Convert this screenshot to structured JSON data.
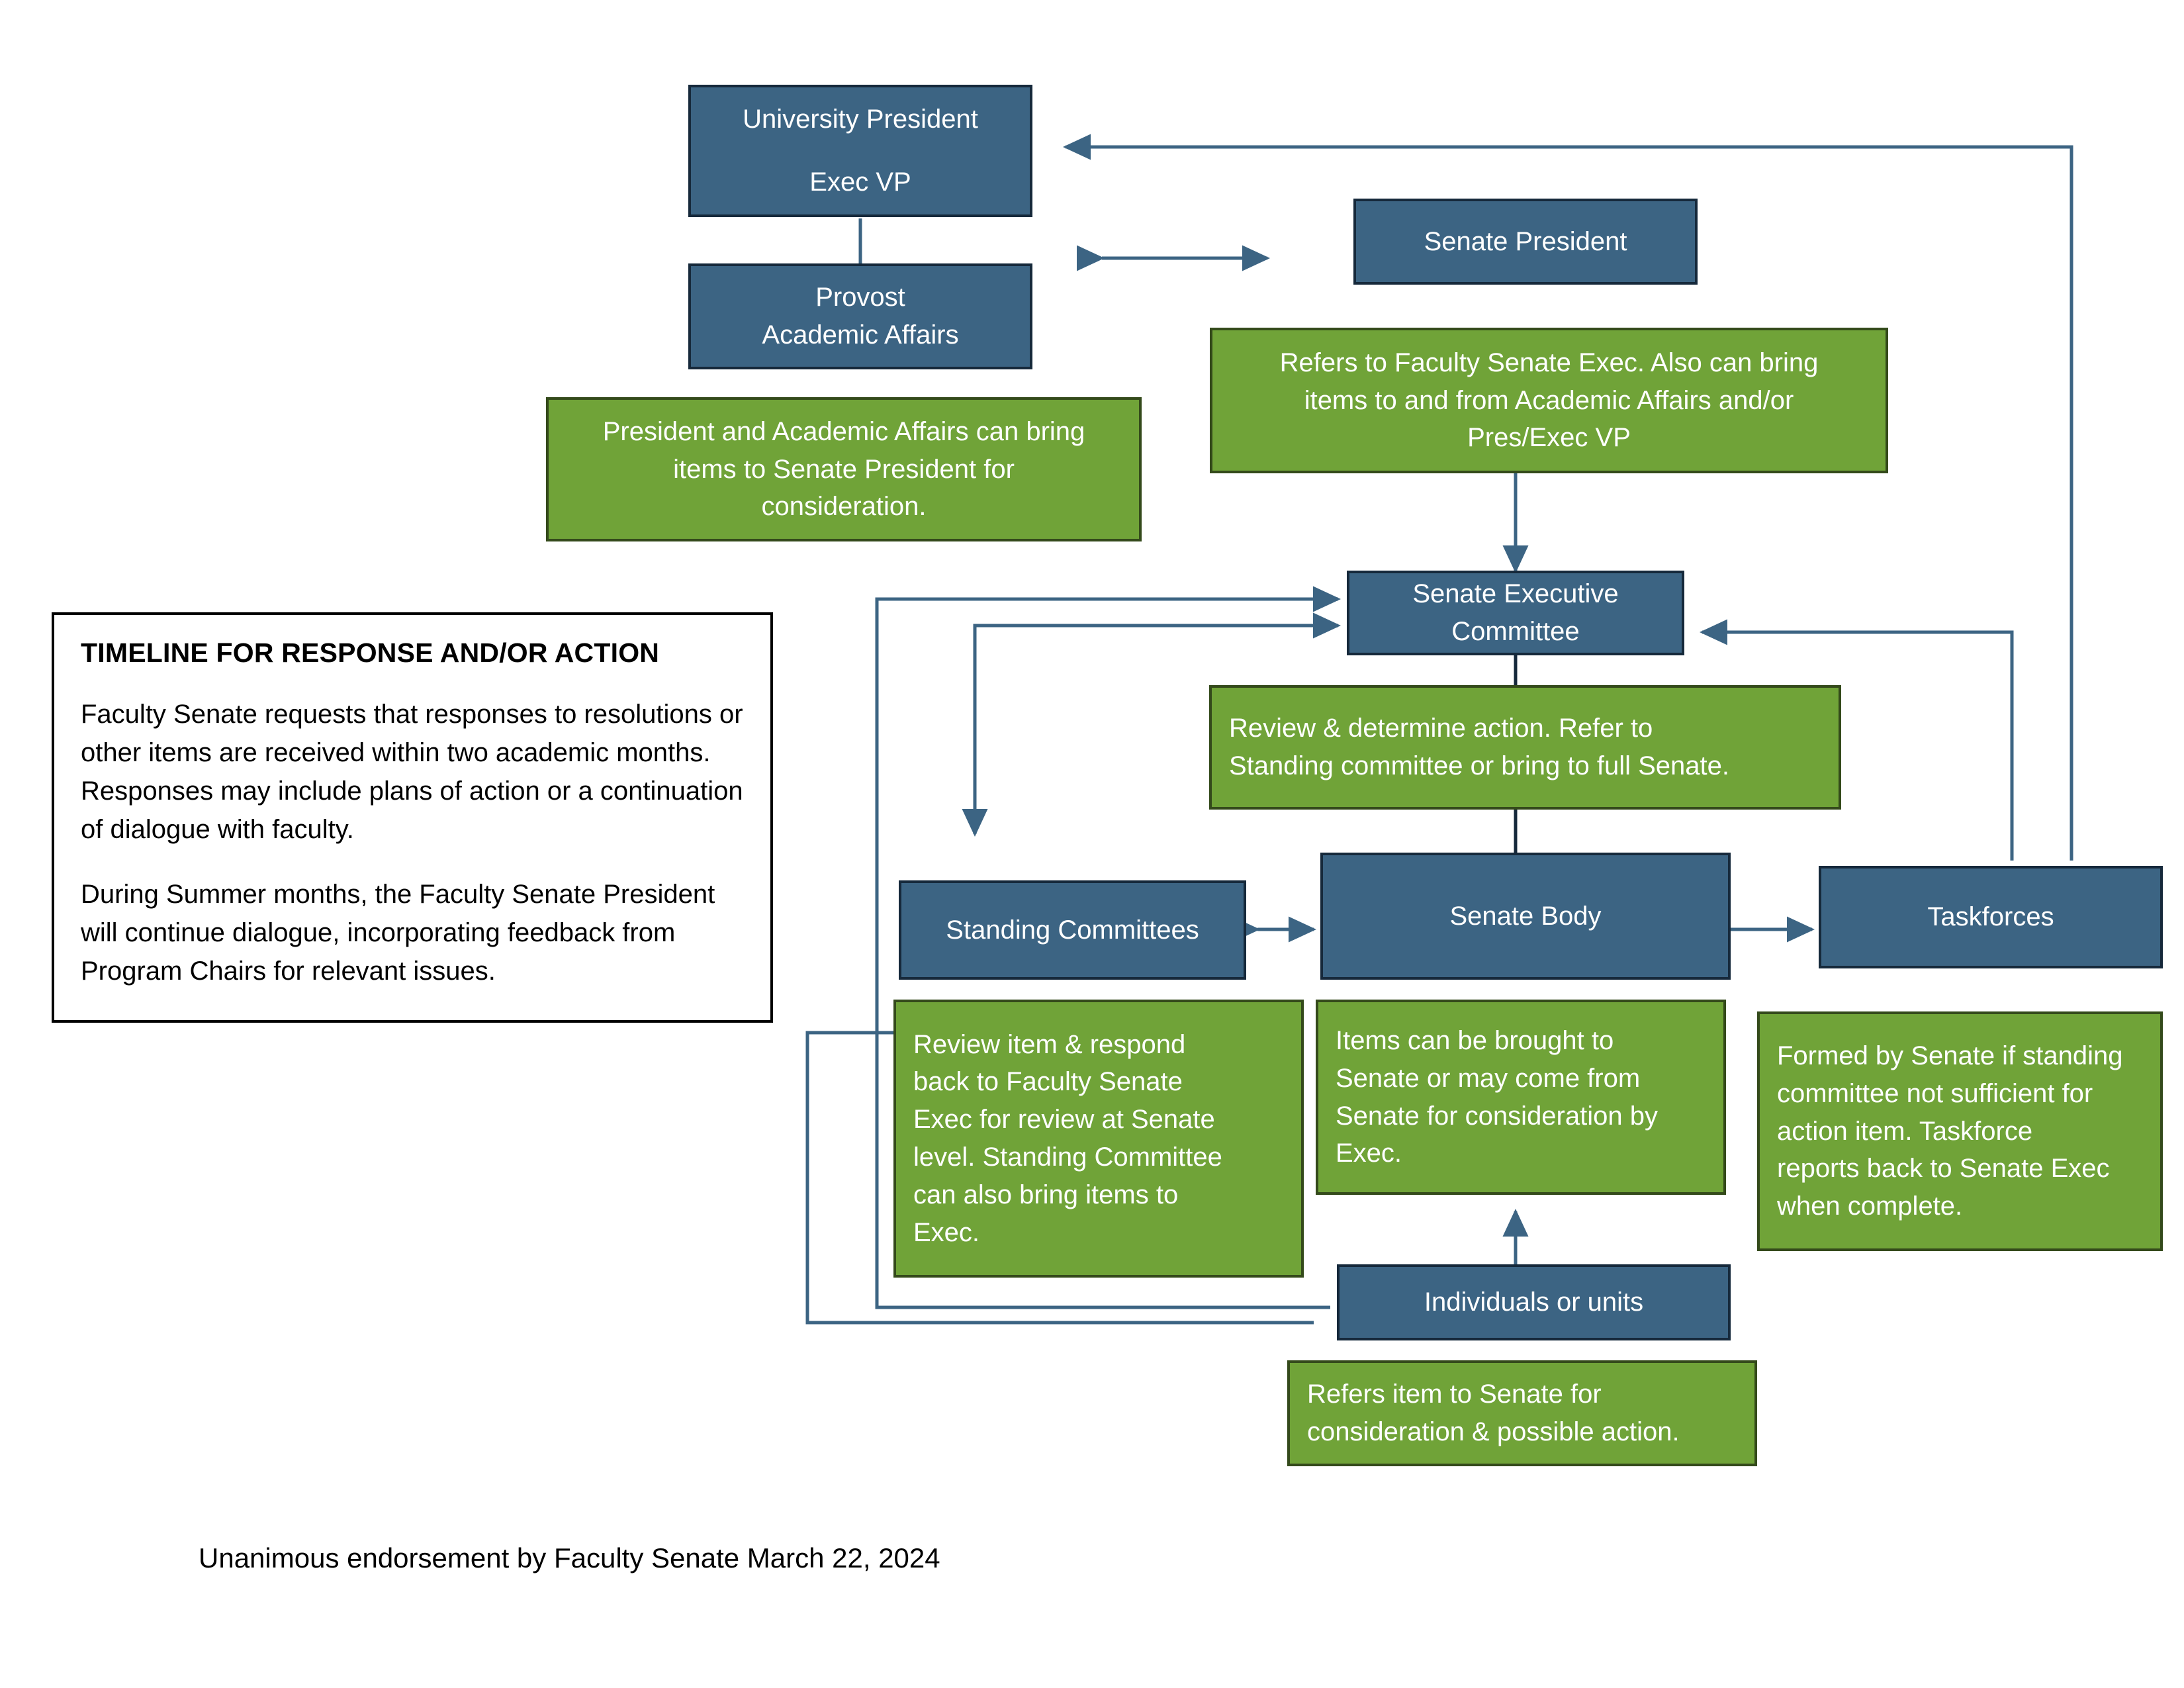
{
  "diagram": {
    "title_note": "Unanimous endorsement by Faculty Senate March 22, 2024",
    "colors": {
      "node_blue": "#3C6483",
      "node_blue_border": "#16293B",
      "node_green": "#70A338",
      "node_green_border": "#344A1B",
      "connector": "#3C6483",
      "text_on_fill": "#FFFFFF",
      "info_text": "#000000"
    },
    "nodes": {
      "university_president": {
        "line1": "University President",
        "line2": "Exec VP"
      },
      "provost": {
        "line1": "Provost",
        "line2": "Academic Affairs"
      },
      "senate_president": {
        "label": "Senate President"
      },
      "senate_executive_committee": {
        "line1": "Senate Executive",
        "line2": "Committee"
      },
      "standing_committees": {
        "label": "Standing Committees"
      },
      "senate_body": {
        "label": "Senate Body"
      },
      "taskforces": {
        "label": "Taskforces"
      },
      "individuals_or_units": {
        "label": "Individuals or units"
      }
    },
    "notes": {
      "president_academic_affairs": {
        "line1": "President and Academic Affairs can bring",
        "line2": "items to Senate President for",
        "line3": "consideration."
      },
      "senate_president_note": {
        "line1": "Refers to Faculty Senate Exec. Also can bring",
        "line2": "items to and from Academic Affairs and/or",
        "line3": "Pres/Exec VP"
      },
      "senate_exec_note": {
        "line1": "Review & determine action. Refer to",
        "line2": "Standing committee or bring to full Senate."
      },
      "standing_committees_note": {
        "line1": "Review item & respond",
        "line2": "back to Faculty Senate",
        "line3": "Exec for review at Senate",
        "line4": "level. Standing Committee",
        "line5": "can also bring items to",
        "line6": "Exec."
      },
      "senate_body_note": {
        "line1": "Items can be brought to",
        "line2": "Senate or may come from",
        "line3": "Senate for consideration by",
        "line4": "Exec."
      },
      "taskforces_note": {
        "line1": "Formed by Senate if standing",
        "line2": "committee not sufficient for",
        "line3": "action item. Taskforce",
        "line4": "reports back to Senate Exec",
        "line5": "when complete."
      },
      "individuals_note": {
        "line1": "Refers item to Senate for",
        "line2": "consideration & possible action."
      }
    },
    "timeline_panel": {
      "heading": "TIMELINE FOR RESPONSE AND/OR ACTION",
      "paragraph1": "Faculty Senate requests that responses to resolutions or other items are received within two academic months. Responses may include plans of action or a continuation of dialogue with faculty.",
      "paragraph2": "During Summer months, the Faculty Senate President will continue dialogue, incorporating feedback from Program Chairs for relevant issues."
    }
  }
}
